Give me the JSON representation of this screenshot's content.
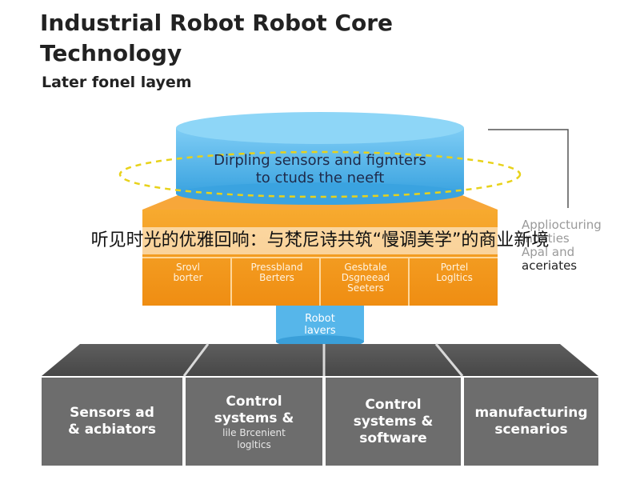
{
  "header": {
    "title": "Industrial Robot Robot Core Technology",
    "subtitle": "Later fonel layem"
  },
  "cylinder": {
    "text_line1": "Dirpling sensors and figmters",
    "text_line2": "to ctuds the neeft"
  },
  "orange_layer": {
    "cells": [
      {
        "line1": "Srovl",
        "line2": "borter"
      },
      {
        "line1": "Pressbland",
        "line2": "Berters"
      },
      {
        "line1": "Gesbtale",
        "line2": "Dsgneead",
        "line3": "Seeters"
      },
      {
        "line1": "Portel",
        "line2": "Logltics"
      }
    ]
  },
  "small_cylinder": {
    "line1": "Robot",
    "line2": "lavers"
  },
  "side_labels": {
    "line1": "Appliocturing",
    "line2": "Indaties",
    "line3": "Apal and",
    "line4": "aceriates"
  },
  "gray_blocks": [
    {
      "line1": "Sensors ad",
      "line2": "& acbiators"
    },
    {
      "line1": "Control",
      "line2": "systems &",
      "sub1": "lile Brcenient",
      "sub2": "logltics"
    },
    {
      "line1": "Control",
      "line2": "systems &",
      "line3": "software"
    },
    {
      "line1": "manufacturing",
      "line2": "scenarios"
    }
  ],
  "overlay_caption": "听见时光的优雅回响：与梵尼诗共筑“慢调美学”的商业新境",
  "colors": {
    "cylinder_blue": "#4fb3ea",
    "orange": "#f49a1e",
    "gray_block": "#6b6b6b",
    "dashed_ring": "#e8d21a"
  }
}
